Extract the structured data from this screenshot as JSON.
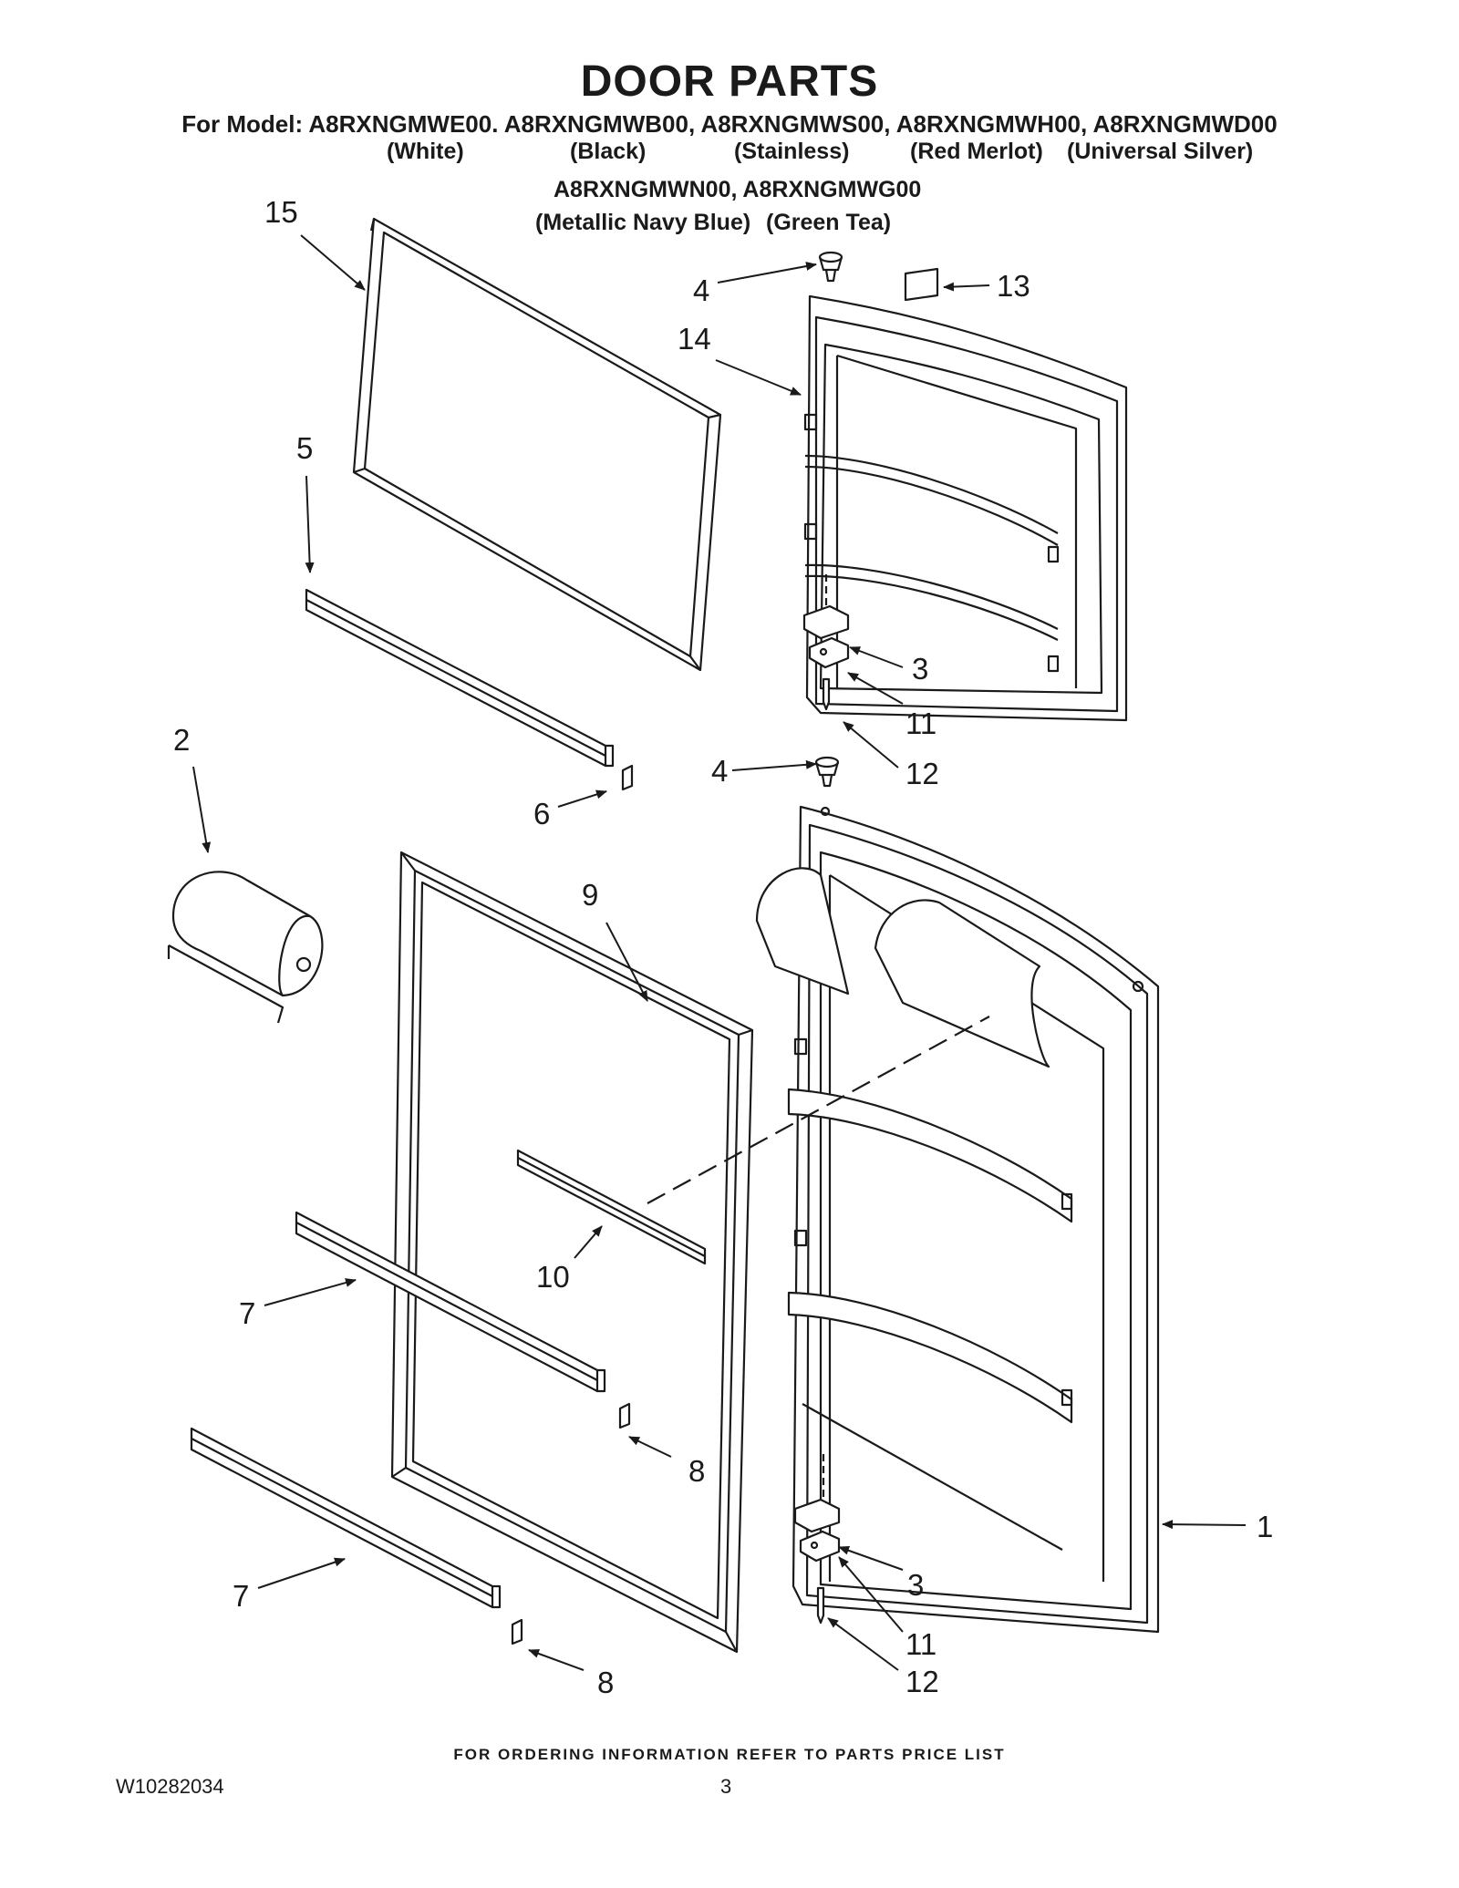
{
  "header": {
    "title": "DOOR PARTS",
    "model_line": "For Model: A8RXNGMWE00. A8RXNGMWB00, A8RXNGMWS00, A8RXNGMWH00, A8RXNGMWD00",
    "colors_row1": [
      "(White)",
      "(Black)",
      "(Stainless)",
      "(Red Merlot)",
      "(Universal Silver)"
    ],
    "models_row2": "A8RXNGMWN00, A8RXNGMWG00",
    "colors_row2": [
      "(Metallic Navy Blue)",
      "(Green Tea)"
    ]
  },
  "callouts": {
    "c15": "15",
    "c5": "5",
    "c2": "2",
    "c6": "6",
    "c9": "9",
    "c10": "10",
    "c7a": "7",
    "c7b": "7",
    "c8a": "8",
    "c8b": "8",
    "c4a": "4",
    "c14": "14",
    "c13": "13",
    "c3a": "3",
    "c11a": "11",
    "c12a": "12",
    "c4b": "4",
    "c1": "1",
    "c3b": "3",
    "c11b": "11",
    "c12b": "12"
  },
  "footer": {
    "ordering_note": "FOR ORDERING INFORMATION REFER TO PARTS PRICE LIST",
    "doc_number": "W10282034",
    "page_number": "3"
  }
}
